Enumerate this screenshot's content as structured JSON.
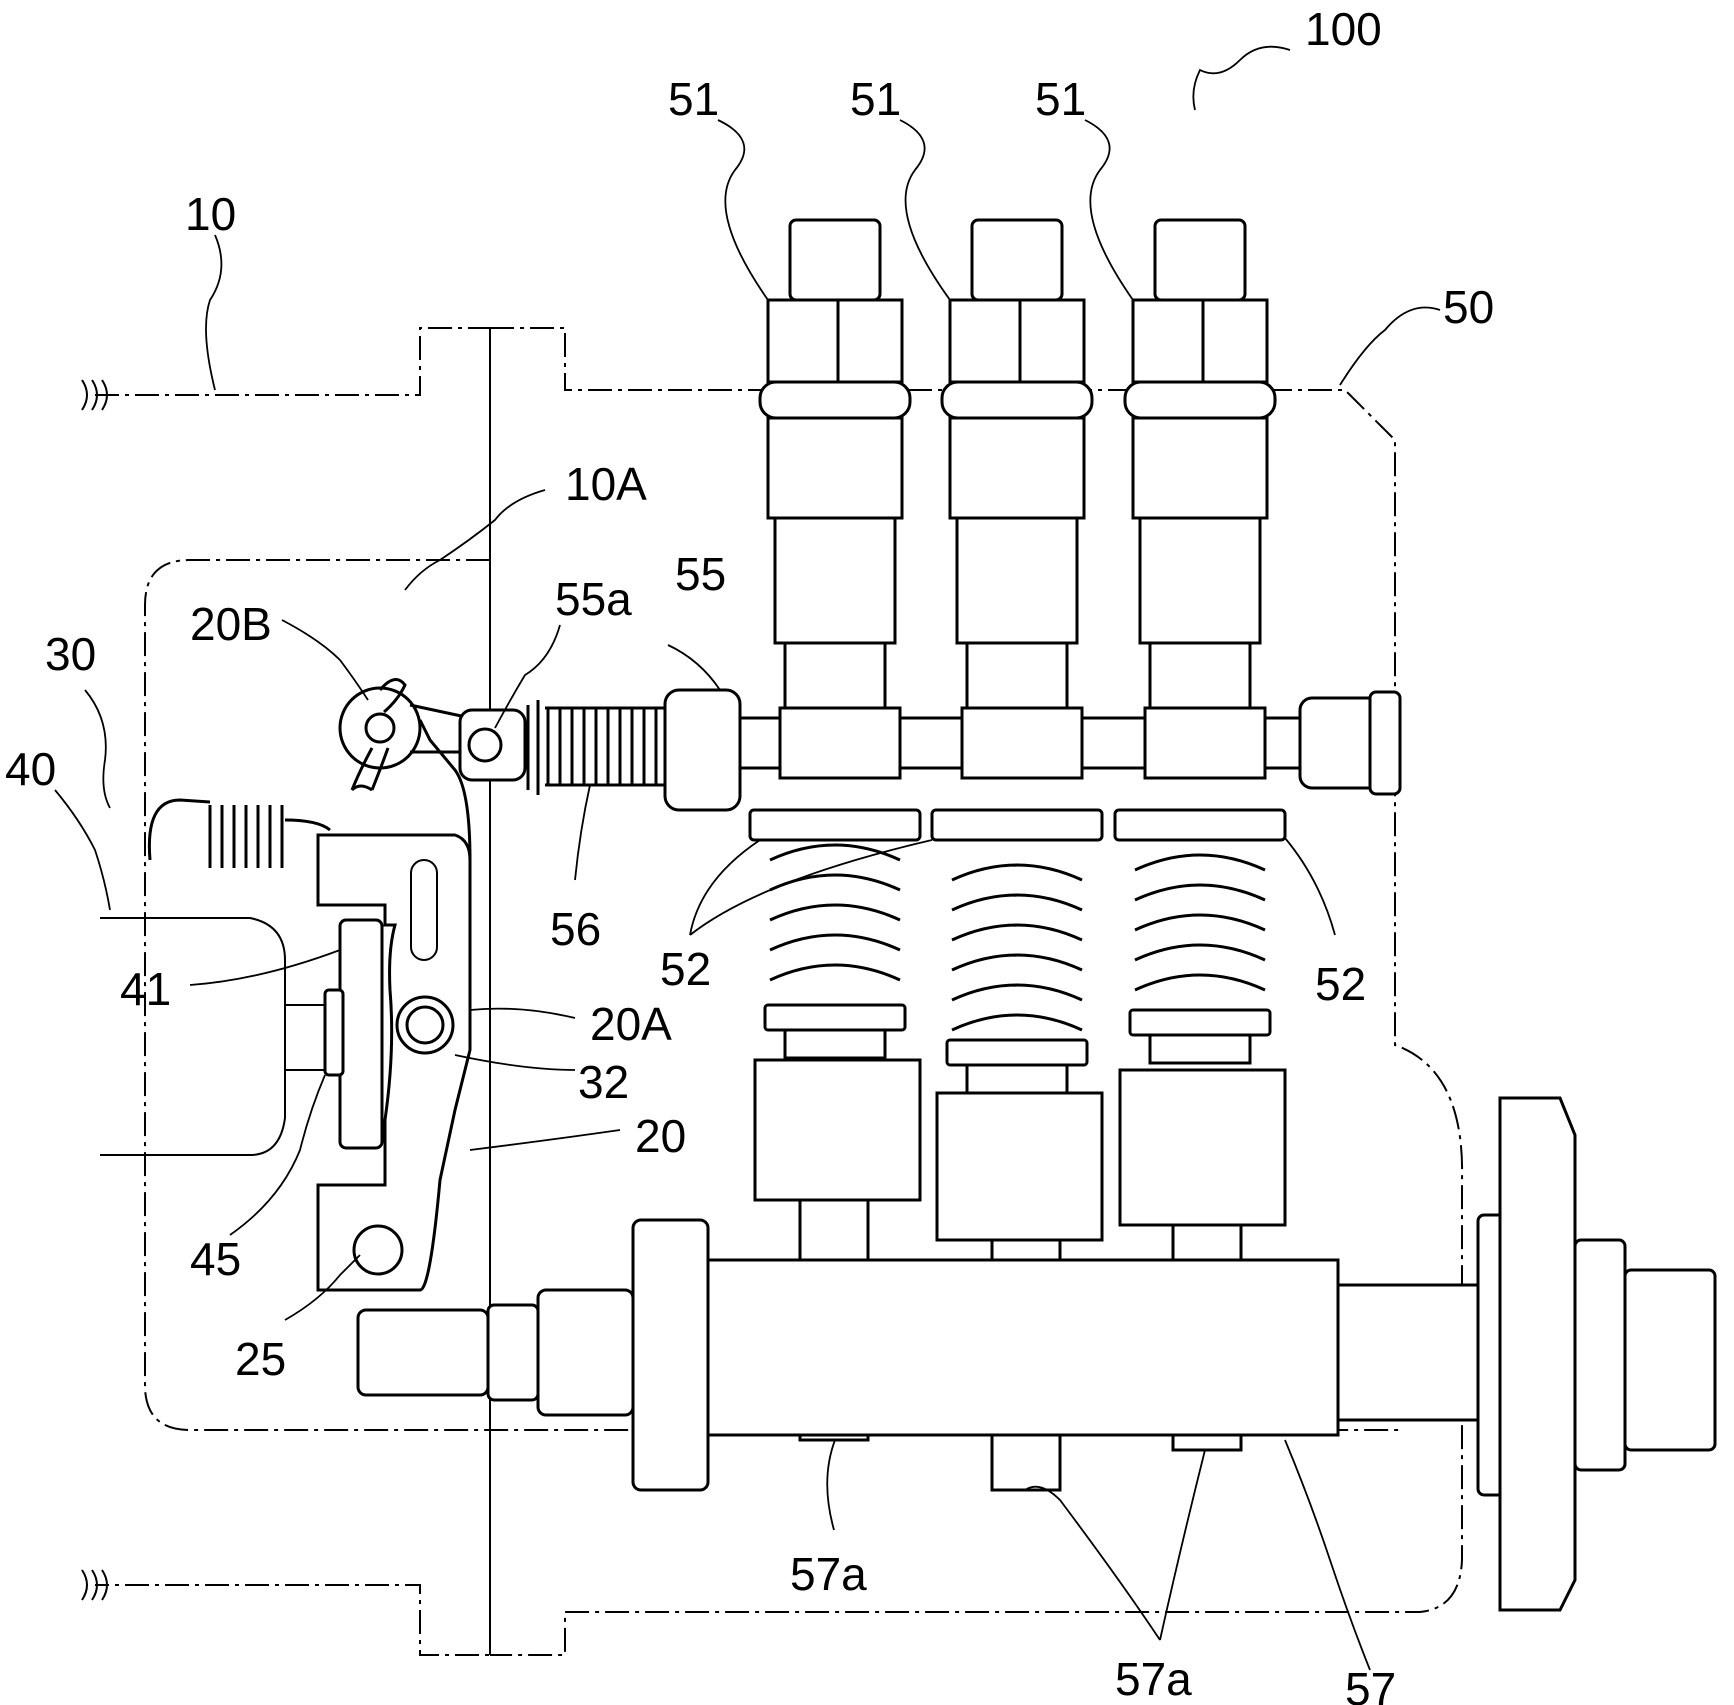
{
  "figure": {
    "labels": {
      "l100": "100",
      "l51a": "51",
      "l51b": "51",
      "l51c": "51",
      "l10": "10",
      "l50": "50",
      "l10A": "10A",
      "l55a": "55a",
      "l55": "55",
      "l20B": "20B",
      "l30": "30",
      "l40": "40",
      "l56": "56",
      "l52a": "52",
      "l52b": "52",
      "l41": "41",
      "l20A": "20A",
      "l32": "32",
      "l20": "20",
      "l45": "45",
      "l25": "25",
      "l57a_1": "57a",
      "l57a_2": "57a",
      "l57": "57"
    }
  }
}
